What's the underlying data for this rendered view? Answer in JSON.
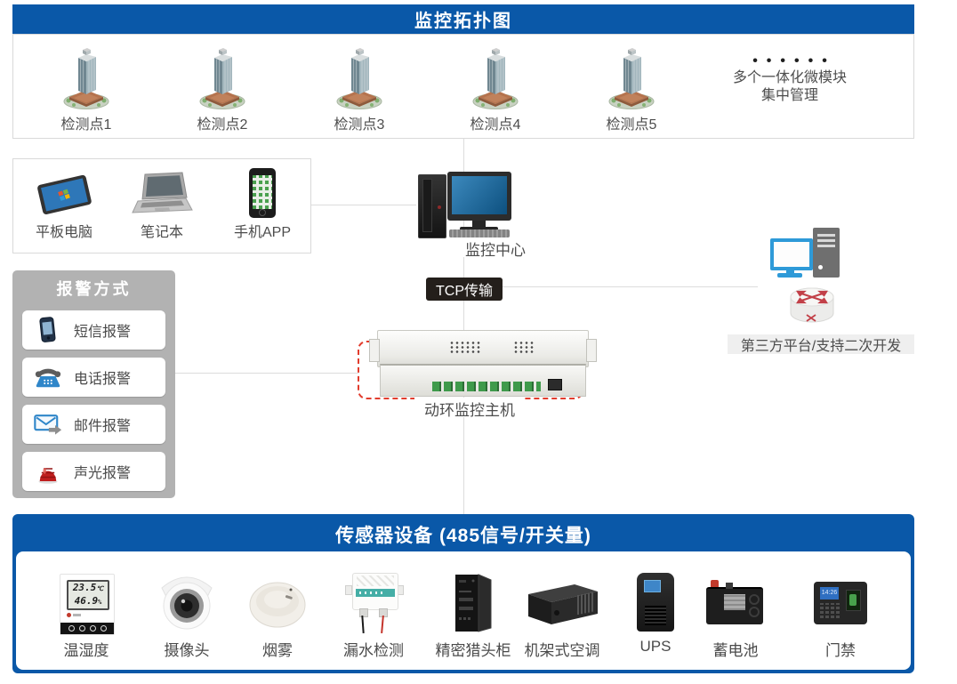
{
  "topology": {
    "title": "监控拓扑图",
    "sites": [
      {
        "label": "检测点1"
      },
      {
        "label": "检测点2"
      },
      {
        "label": "检测点3"
      },
      {
        "label": "检测点4"
      },
      {
        "label": "检测点5"
      }
    ],
    "cluster_note": {
      "dots": "••••••",
      "line1": "多个一体化微模块",
      "line2": "集中管理"
    }
  },
  "clients": {
    "items": [
      {
        "label": "平板电脑"
      },
      {
        "label": "笔记本"
      },
      {
        "label": "手机APP"
      }
    ]
  },
  "monitor_center": {
    "label": "监控中心"
  },
  "tcp": {
    "label": "TCP传输"
  },
  "host": {
    "label": "动环监控主机"
  },
  "third_party": {
    "label": "第三方平台/支持二次开发"
  },
  "alarm": {
    "title": "报警方式",
    "items": [
      {
        "label": "短信报警"
      },
      {
        "label": "电话报警"
      },
      {
        "label": "邮件报警"
      },
      {
        "label": "声光报警"
      }
    ]
  },
  "sensors": {
    "title": "传感器设备 (485信号/开关量)",
    "items": [
      {
        "label": "温湿度"
      },
      {
        "label": "摄像头"
      },
      {
        "label": "烟雾"
      },
      {
        "label": "漏水检测"
      },
      {
        "label": "精密猎头柜"
      },
      {
        "label": "机架式空调"
      },
      {
        "label": "UPS"
      },
      {
        "label": "蓄电池"
      },
      {
        "label": "门禁"
      }
    ],
    "temp_humidity_display": {
      "temperature": "23.5",
      "temperature_unit": "℃",
      "humidity": "46.9",
      "humidity_unit": "%"
    },
    "access_screen_time": "14:26"
  },
  "colors": {
    "accent_blue": "#0a58a8",
    "alarm_panel_gray": "#b2b2b2",
    "tcp_badge_dark": "#241f1b",
    "highlight_dashed_red": "#e23d2e",
    "connector_gray": "#dcdcdc"
  }
}
